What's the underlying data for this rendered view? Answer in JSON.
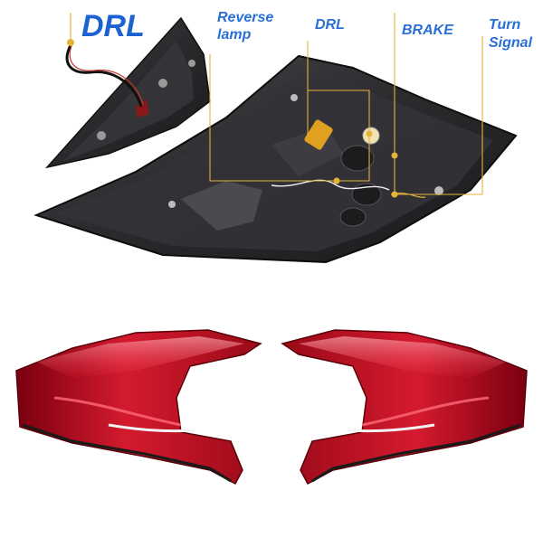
{
  "labels": {
    "drl_main": "DRL",
    "reverse_line1": "Reverse",
    "reverse_line2": "lamp",
    "drl": "DRL",
    "brake": "BRAKE",
    "turn_line1": "Turn",
    "turn_line2": "Signal"
  },
  "colors": {
    "label_blue": "#2a6fd6",
    "callout_gold": "#e5b23a",
    "housing_dark": "#2b2b2e",
    "lens_red": "#c8102e"
  }
}
